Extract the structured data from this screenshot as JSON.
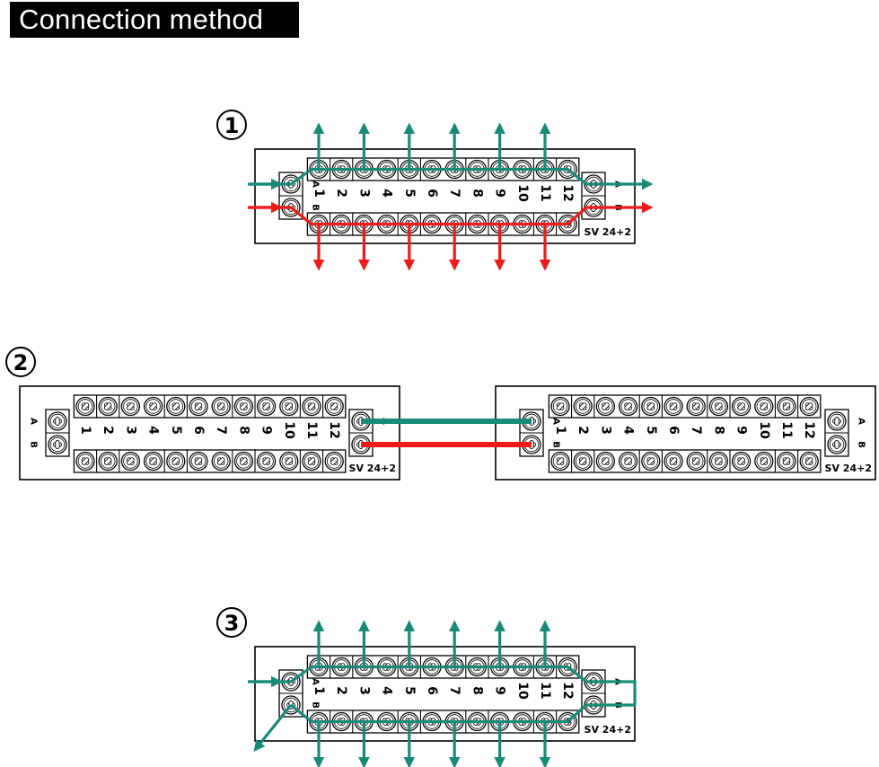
{
  "title": "Connection method",
  "colors": {
    "line_a": "#1a8a78",
    "line_b": "#ee1b1b",
    "outline": "#000000",
    "background": "#ffffff"
  },
  "diagrams": [
    {
      "id": "1",
      "step_label": "1",
      "boards": [
        {
          "terminals": [
            "1",
            "2",
            "3",
            "4",
            "5",
            "6",
            "7",
            "8",
            "9",
            "10",
            "11",
            "12"
          ],
          "ab_labels": [
            "A",
            "B"
          ],
          "model_label": "SV  24+2",
          "label_style": "bold"
        }
      ],
      "description": "Line A enters left A terminal, feeds top row; taps at 1,3,5,7,9,11 upward; continues out right A. Line B enters left B, feeds bottom row; taps at 1,3,5,7,9,11 downward; continues out right B.",
      "outputs_top": [
        "1",
        "3",
        "5",
        "7",
        "9",
        "11"
      ],
      "outputs_bottom": [
        "1",
        "3",
        "5",
        "7",
        "9",
        "11"
      ],
      "line_top_color": "line_a",
      "line_bottom_color": "line_b"
    },
    {
      "id": "2",
      "step_label": "2",
      "boards": [
        {
          "terminals": [
            "1",
            "2",
            "3",
            "4",
            "5",
            "6",
            "7",
            "8",
            "9",
            "10",
            "11",
            "12"
          ],
          "ab_labels": [
            "A",
            "B"
          ],
          "model_label": "SV  24+2",
          "label_style": "regular"
        },
        {
          "terminals": [
            "1",
            "2",
            "3",
            "4",
            "5",
            "6",
            "7",
            "8",
            "9",
            "10",
            "11",
            "12"
          ],
          "ab_labels": [
            "A",
            "B"
          ],
          "model_label": "SV  24+2",
          "label_style": "regular"
        }
      ],
      "description": "Two boards linked: right A/B terminals of first board wired to left A/B terminals of second board.",
      "links": [
        {
          "from": "A",
          "to": "A",
          "color": "line_a"
        },
        {
          "from": "B",
          "to": "B",
          "color": "line_b"
        }
      ]
    },
    {
      "id": "3",
      "step_label": "3",
      "boards": [
        {
          "terminals": [
            "1",
            "2",
            "3",
            "4",
            "5",
            "6",
            "7",
            "8",
            "9",
            "10",
            "11",
            "12"
          ],
          "ab_labels": [
            "A",
            "B"
          ],
          "model_label": "SV  24+2",
          "label_style": "bold"
        }
      ],
      "description": "Single line enters left A, runs along top row, loops at right A→B, returns along bottom row and exits left B.",
      "outputs_top": [
        "1",
        "3",
        "5",
        "7",
        "9",
        "11"
      ],
      "outputs_bottom": [
        "1",
        "3",
        "5",
        "7",
        "9",
        "11"
      ],
      "line_top_color": "line_a",
      "line_bottom_color": "line_a"
    }
  ]
}
